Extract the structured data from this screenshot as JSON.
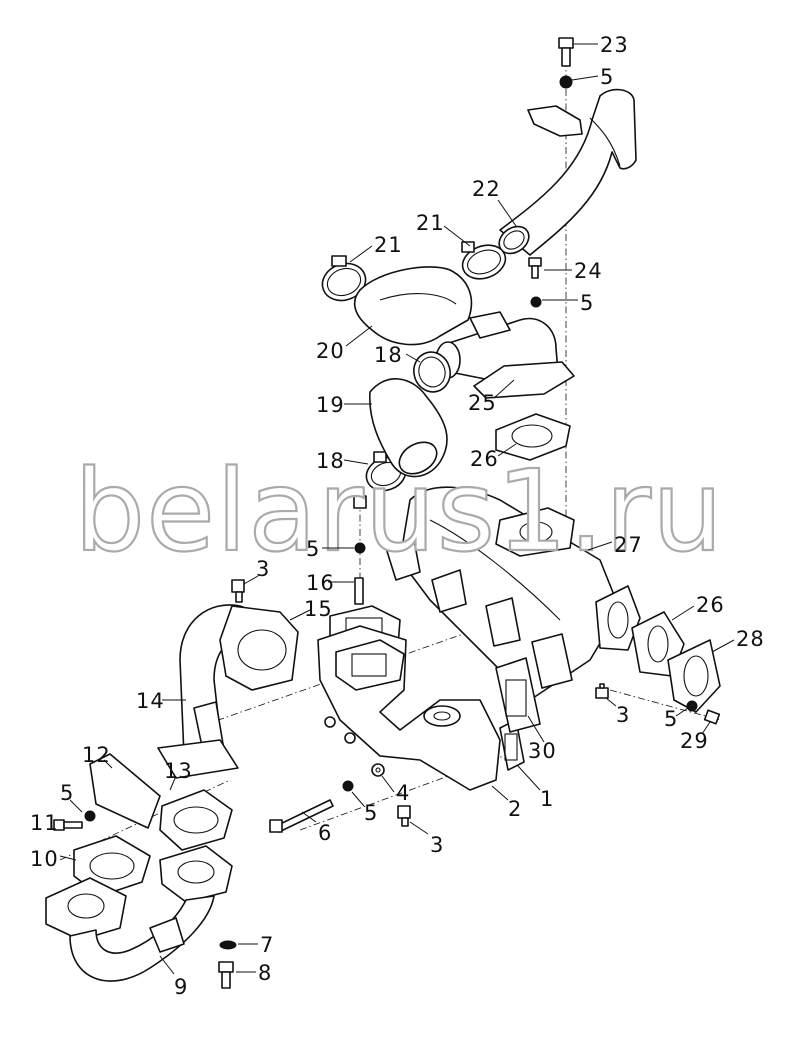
{
  "watermark": {
    "text": "belarus1.ru"
  },
  "callouts": [
    "23",
    "5",
    "22",
    "21",
    "21",
    "24",
    "5",
    "20",
    "18",
    "25",
    "19",
    "26",
    "18",
    "5",
    "27",
    "3",
    "16",
    "15",
    "26",
    "28",
    "14",
    "3",
    "5",
    "29",
    "30",
    "12",
    "13",
    "4",
    "5",
    "2",
    "1",
    "11",
    "5",
    "6",
    "3",
    "10",
    "7",
    "8",
    "9"
  ],
  "colors": {
    "line": "#111111",
    "background": "#ffffff",
    "watermark_outline": "#aaaaaa"
  }
}
